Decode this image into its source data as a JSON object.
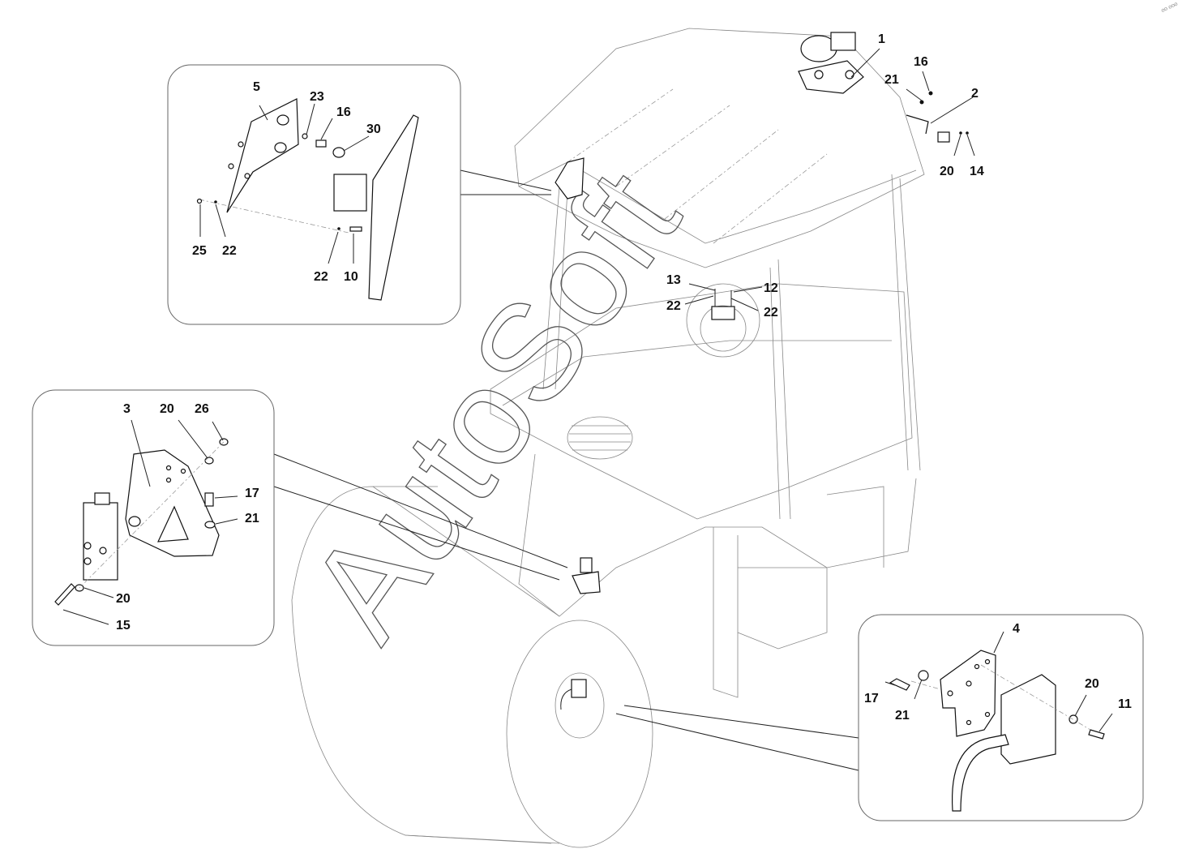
{
  "diagram": {
    "type": "exploded-parts-diagram",
    "watermark": "AutoSoft",
    "corner_mark": "oo ooo",
    "main_callouts": [
      {
        "id": "1",
        "label": "1"
      },
      {
        "id": "21a",
        "label": "21"
      },
      {
        "id": "16a",
        "label": "16"
      },
      {
        "id": "2",
        "label": "2"
      },
      {
        "id": "20a",
        "label": "20"
      },
      {
        "id": "14",
        "label": "14"
      },
      {
        "id": "13",
        "label": "13"
      },
      {
        "id": "12",
        "label": "12"
      },
      {
        "id": "22a",
        "label": "22"
      },
      {
        "id": "22b",
        "label": "22"
      }
    ],
    "detail_boxes": [
      {
        "name": "detail-top-left",
        "callouts": [
          "5",
          "23",
          "16",
          "30",
          "25",
          "22",
          "22",
          "10"
        ]
      },
      {
        "name": "detail-mid-left",
        "callouts": [
          "3",
          "20",
          "26",
          "17",
          "21",
          "20",
          "15"
        ]
      },
      {
        "name": "detail-bottom-right",
        "callouts": [
          "4",
          "17",
          "21",
          "20",
          "11"
        ]
      }
    ]
  }
}
